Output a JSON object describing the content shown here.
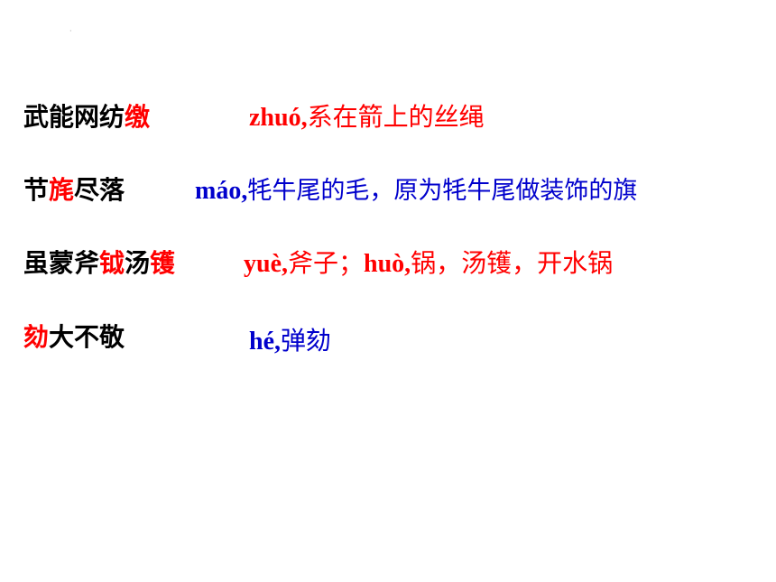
{
  "colors": {
    "text": "#000000",
    "highlight": "#ff0000",
    "red_gloss": "#ff0000",
    "blue_gloss": "#0000cc"
  },
  "slide": {
    "dot": "·",
    "rows": [
      {
        "phrase_parts": [
          {
            "text": "武能网纺",
            "highlight": false
          },
          {
            "text": "缴",
            "highlight": true
          }
        ],
        "pinyin": "zhuó,",
        "meaning": "系在箭上的丝绳",
        "gloss_color": "#ff0000"
      },
      {
        "phrase_parts": [
          {
            "text": "节",
            "highlight": false
          },
          {
            "text": "旄",
            "highlight": true
          },
          {
            "text": "尽落",
            "highlight": false
          }
        ],
        "pinyin": "máo,",
        "meaning": "牦牛尾的毛，原为牦牛尾做装饰的旗",
        "gloss_color": "#0000cc"
      },
      {
        "phrase_parts": [
          {
            "text": "虽蒙斧",
            "highlight": false
          },
          {
            "text": "钺",
            "highlight": true
          },
          {
            "text": "汤",
            "highlight": false
          },
          {
            "text": "镬",
            "highlight": true
          }
        ],
        "gloss_segments": [
          {
            "text": "yuè,",
            "pinyin": true
          },
          {
            "text": "斧子；",
            "pinyin": false
          },
          {
            "text": "huò,",
            "pinyin": true
          },
          {
            "text": "锅，汤镬，开水锅",
            "pinyin": false
          }
        ],
        "gloss_color": "#ff0000"
      },
      {
        "phrase_parts": [
          {
            "text": "劾",
            "highlight": true
          },
          {
            "text": "大不敬",
            "highlight": false
          }
        ],
        "pinyin": "hé,",
        "meaning": "弹劾",
        "gloss_color": "#0000cc"
      }
    ]
  }
}
